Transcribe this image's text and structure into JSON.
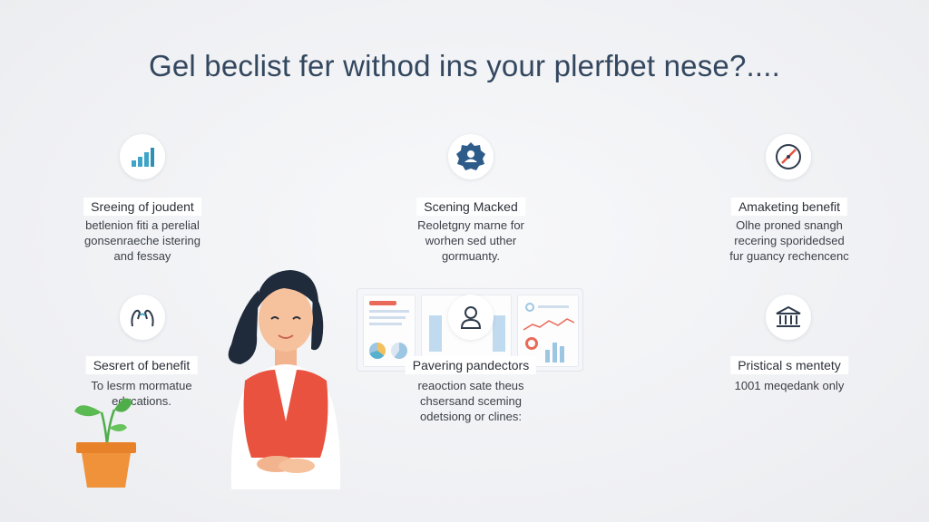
{
  "headline": "Gel beclist fer withod ins your plerfbet nese?....",
  "cards": [
    {
      "icon": "bar-chart-icon",
      "title": "Sreeing of joudent",
      "desc": [
        "betlenion fiti a perelial",
        "gonsenraeche istering",
        "and fessay"
      ]
    },
    {
      "icon": "user-badge-icon",
      "title": "Scening Macked",
      "desc": [
        "Reoletgny marne for",
        "worhen sed uther",
        "gormuanty."
      ]
    },
    {
      "icon": "compass-icon",
      "title": "Amaketing benefit",
      "desc": [
        "Olhe proned snangh",
        "recering sporidedsed",
        "fur guancy rechencenc"
      ]
    },
    {
      "icon": "hands-icon",
      "title": "Sesrert of benefit",
      "desc": [
        "To lesrm mormatue",
        "edycations."
      ]
    },
    {
      "icon": "person-icon",
      "title": "Pavering pandectors",
      "desc": [
        "reaoction sate theus",
        "chsersand sceming",
        "odetsiong or clines:"
      ]
    },
    {
      "icon": "bank-icon",
      "title": "Pristical s mentety",
      "desc": [
        "1001 meqedank only"
      ]
    }
  ],
  "colors": {
    "headline": "#33475f",
    "accent_blue": "#3ea5c9",
    "badge_navy": "#2e5c8a",
    "vest_red": "#e8523e",
    "pot_orange": "#e88a2e",
    "leaf_green": "#4fae4a"
  }
}
